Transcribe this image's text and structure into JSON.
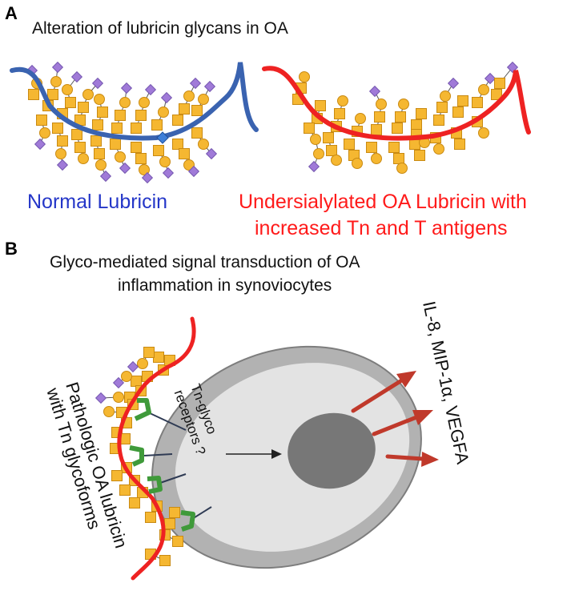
{
  "panel_a": {
    "letter": "A",
    "title": "Alteration of lubricin glycans in OA",
    "normal_caption": "Normal Lubricin",
    "oa_caption_line1": "Undersialylated OA Lubricin with",
    "oa_caption_line2": "increased Tn and T antigens"
  },
  "panel_b": {
    "letter": "B",
    "title_line1": "Glyco-mediated  signal transduction  of  OA",
    "title_line2": "inflammation in synoviocytes",
    "receptor_label_line1": "Tn-glyco",
    "receptor_label_line2": "receptors ?",
    "output_label": "IL-8, MIP-1α, VEGFA",
    "lubricin_label_line1": "Pathologic OA lubricin",
    "lubricin_label_line2": "with Tn glycoforms"
  },
  "colors": {
    "normal_backbone": "#3a63b0",
    "oa_backbone": "#ee2222",
    "glycan_fill": "#f5b731",
    "glycan_stroke": "#c98a12",
    "sialic_acid": "#a07ad8",
    "receptor": "#3f9a3a",
    "cell_outer": "#b2b2b2",
    "cell_inner": "#e3e3e3",
    "nucleus": "#777777",
    "output_arrow": "#c0392b"
  }
}
